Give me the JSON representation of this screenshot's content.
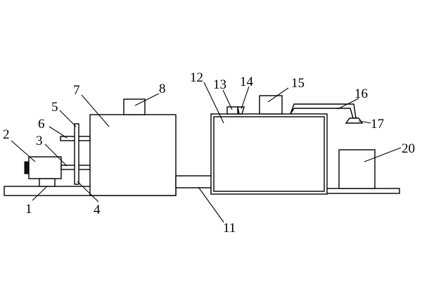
{
  "diagram": {
    "labels": {
      "l1": "1",
      "l2": "2",
      "l3": "3",
      "l4": "4",
      "l5": "5",
      "l6": "6",
      "l7": "7",
      "l8": "8",
      "l11": "11",
      "l12": "12",
      "l13": "13",
      "l14": "14",
      "l15": "15",
      "l16": "16",
      "l17": "17",
      "l20": "20"
    },
    "colors": {
      "line": "#000000",
      "background": "#ffffff"
    }
  }
}
